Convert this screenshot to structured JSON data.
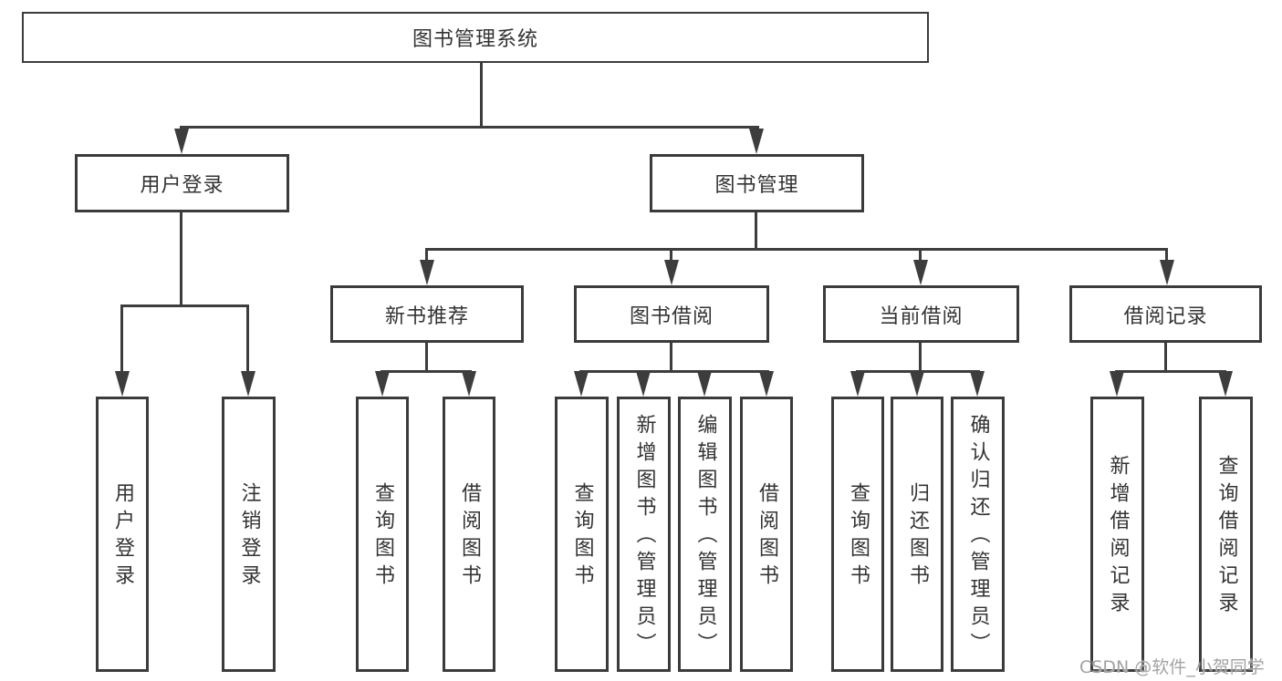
{
  "root": {
    "label": "图书管理系统"
  },
  "level2": [
    {
      "label": "用户登录"
    },
    {
      "label": "图书管理"
    }
  ],
  "level3": [
    {
      "label": "新书推荐"
    },
    {
      "label": "图书借阅"
    },
    {
      "label": "当前借阅"
    },
    {
      "label": "借阅记录"
    }
  ],
  "leaves": {
    "user_login": [
      "用户登录",
      "注销登录"
    ],
    "new_book_recommend": [
      "查询图书",
      "借阅图书"
    ],
    "book_borrow": [
      "查询图书",
      "新增图书（管理员）",
      "编辑图书（管理员）",
      "借阅图书"
    ],
    "current_borrow": [
      "查询图书",
      "归还图书",
      "确认归还（管理员）"
    ],
    "borrow_record": [
      "新增借阅记录",
      "查询借阅记录"
    ]
  },
  "watermark": "CSDN @软件_小贺同学",
  "colors": {
    "line": "#3d3d3d",
    "text": "#333333",
    "background": "#ffffff",
    "watermark": "#a3a3a3"
  }
}
